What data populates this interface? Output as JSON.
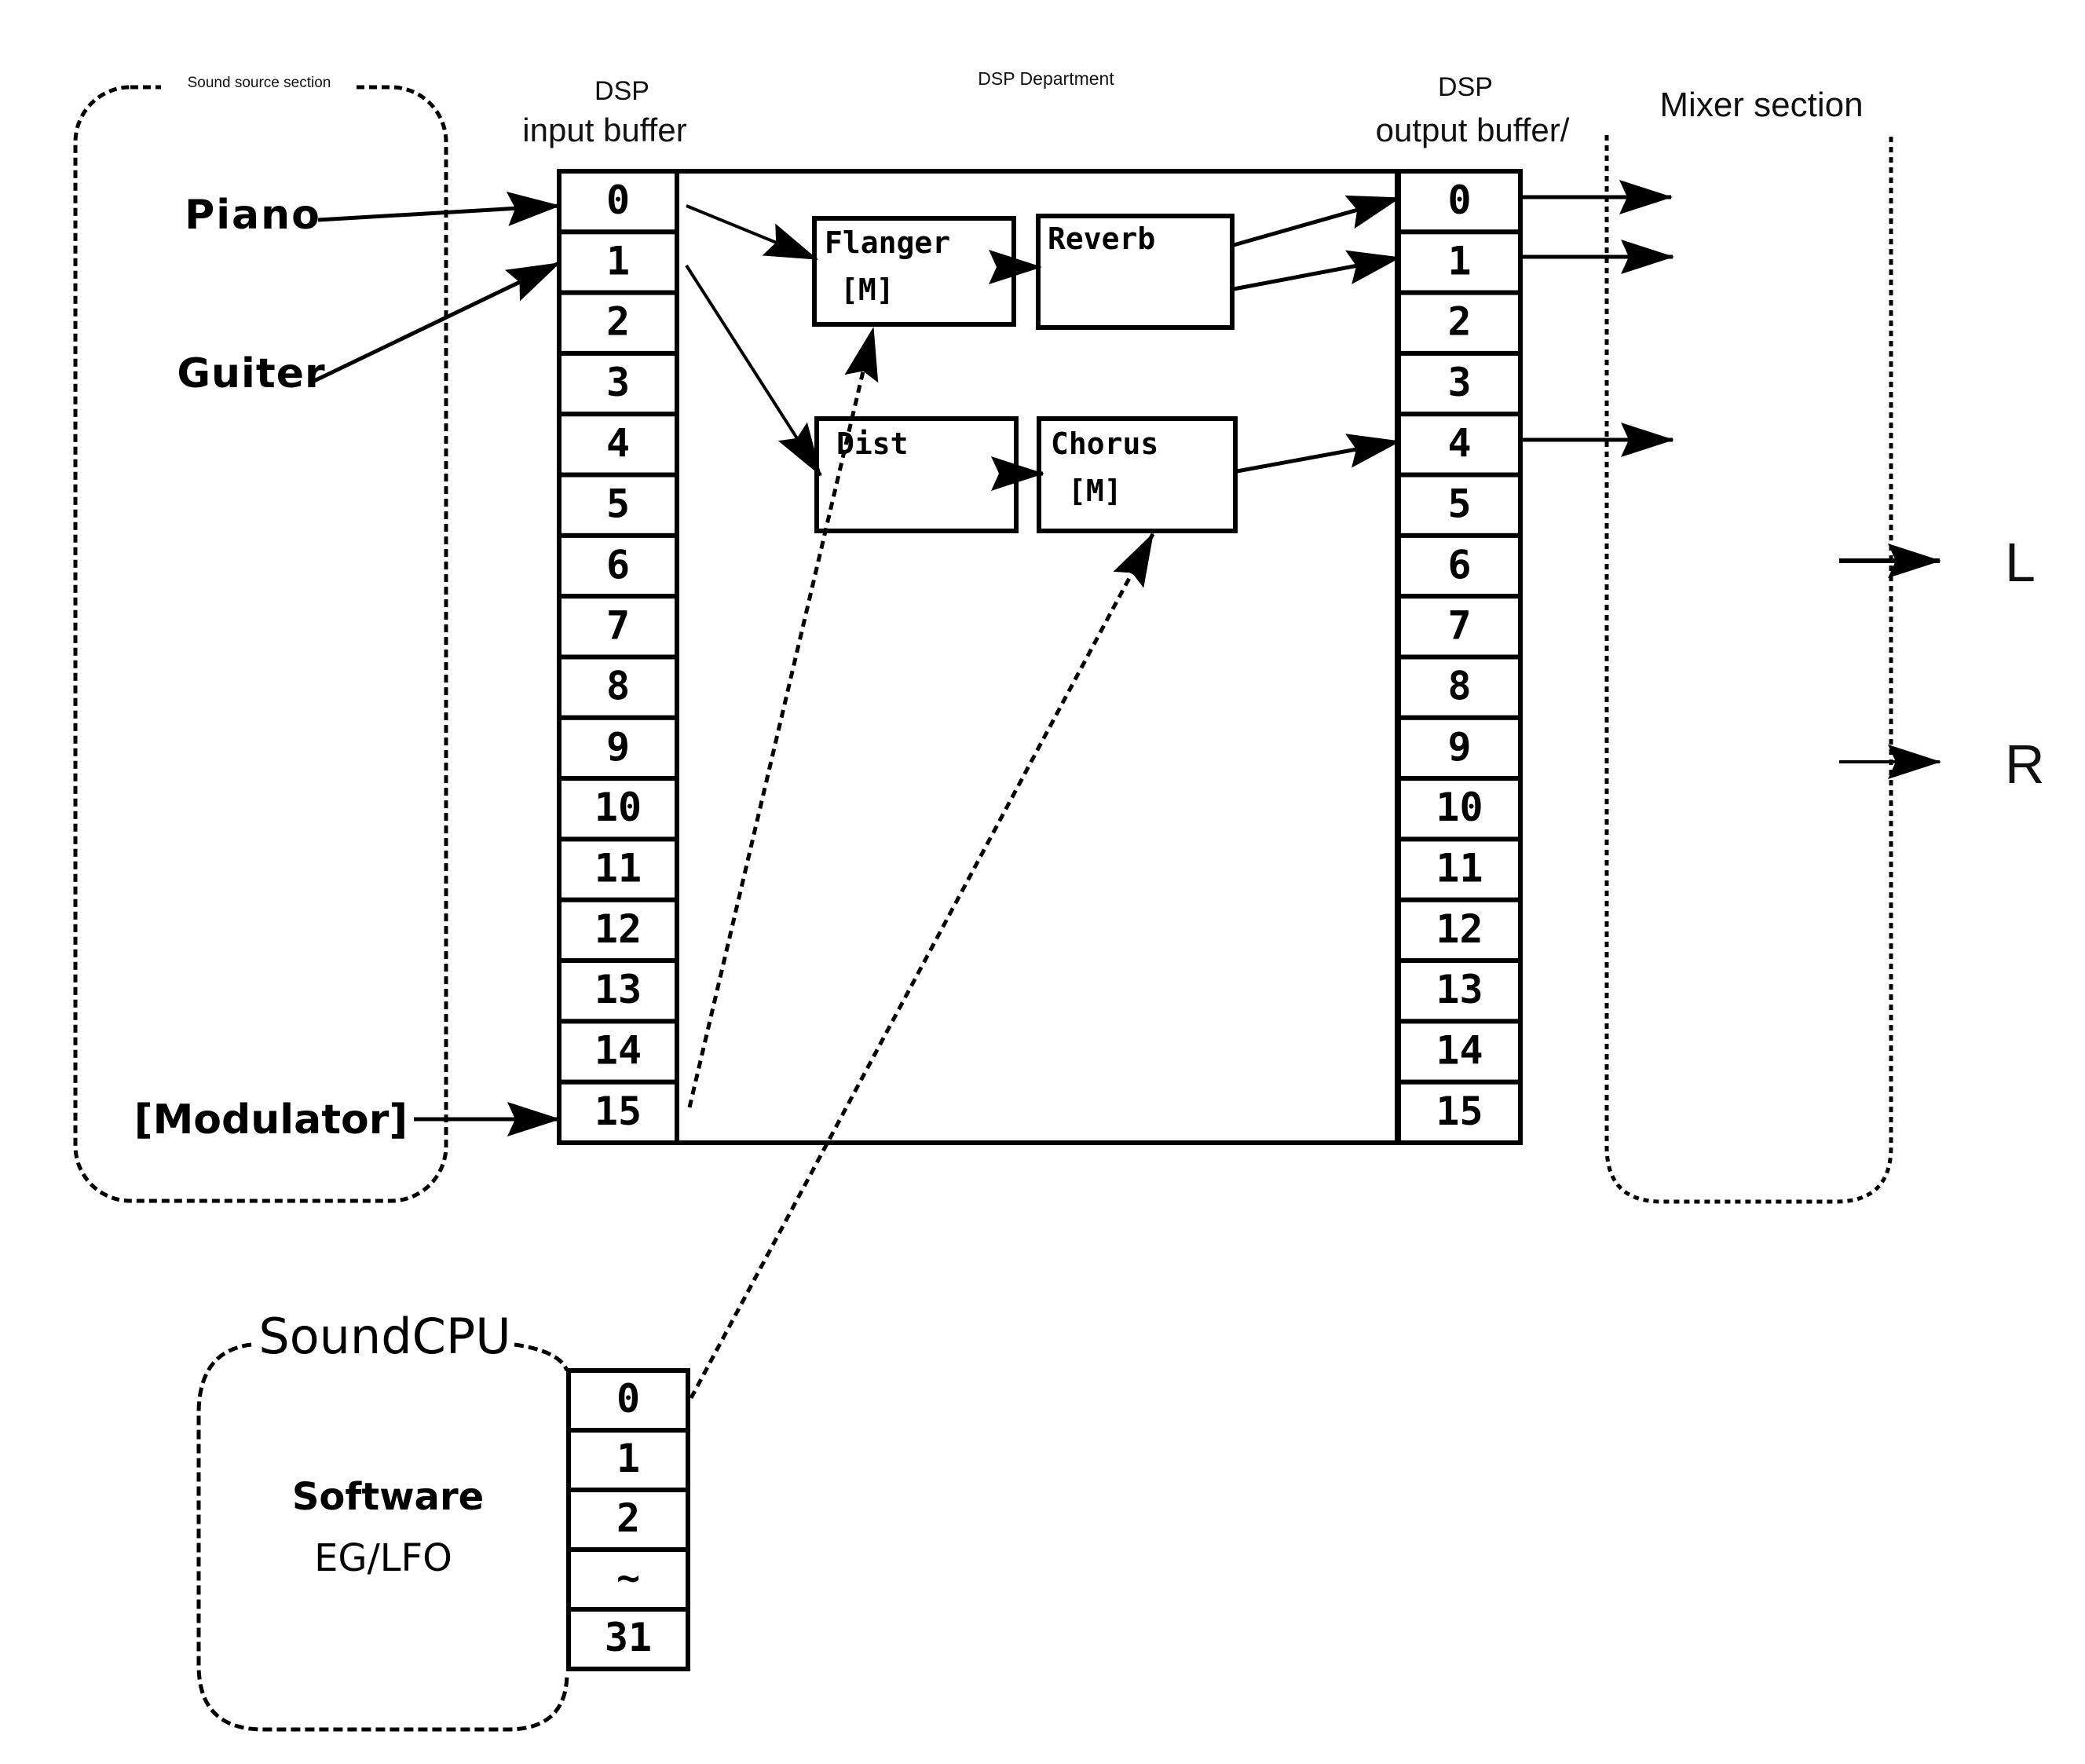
{
  "title": "DSP signal routing diagram",
  "sections": {
    "sound_source": {
      "label": "Sound source section"
    },
    "dsp": {
      "label": "DSP Department"
    },
    "mixer": {
      "label": "Mixer section"
    },
    "sound_cpu": {
      "label": "SoundCPU",
      "content_line1": "Software",
      "content_line2": "EG/LFO"
    }
  },
  "input_buffer": {
    "label_line1": "DSP",
    "label_line2": "input buffer",
    "cells": [
      "0",
      "1",
      "2",
      "3",
      "4",
      "5",
      "6",
      "7",
      "8",
      "9",
      "10",
      "11",
      "12",
      "13",
      "14",
      "15"
    ]
  },
  "output_buffer": {
    "label_line1": "DSP",
    "label_line2": "output buffer/",
    "cells": [
      "0",
      "1",
      "2",
      "3",
      "4",
      "5",
      "6",
      "7",
      "8",
      "9",
      "10",
      "11",
      "12",
      "13",
      "14",
      "15"
    ]
  },
  "cpu_buffer": {
    "cells": [
      "0",
      "1",
      "2",
      "~",
      "31"
    ]
  },
  "sources": [
    {
      "label": "Piano",
      "to_input": 0
    },
    {
      "label": "Guiter",
      "to_input": 1
    },
    {
      "label": "[Modulator]",
      "to_input": 15
    }
  ],
  "processors": [
    {
      "id": "flanger",
      "line1": "Flanger",
      "line2": "[M]"
    },
    {
      "id": "reverb",
      "line1": "Reverb",
      "line2": ""
    },
    {
      "id": "dist",
      "line1": "Dist",
      "line2": ""
    },
    {
      "id": "chorus",
      "line1": "Chorus",
      "line2": "[M]"
    }
  ],
  "connections": [
    {
      "from": "input.0",
      "to": "flanger",
      "style": "solid"
    },
    {
      "from": "input.1",
      "to": "dist",
      "style": "solid"
    },
    {
      "from": "flanger",
      "to": "reverb",
      "style": "solid"
    },
    {
      "from": "dist",
      "to": "chorus",
      "style": "solid"
    },
    {
      "from": "reverb",
      "to": "output.0",
      "style": "solid"
    },
    {
      "from": "reverb",
      "to": "output.1",
      "style": "solid"
    },
    {
      "from": "chorus",
      "to": "output.4",
      "style": "solid"
    },
    {
      "from": "input.15",
      "to": "flanger",
      "style": "dashed"
    },
    {
      "from": "cpu.0",
      "to": "chorus",
      "style": "dashed"
    },
    {
      "from": "output.0",
      "to": "mixer",
      "style": "solid"
    },
    {
      "from": "output.1",
      "to": "mixer",
      "style": "solid"
    },
    {
      "from": "output.4",
      "to": "mixer",
      "style": "solid"
    }
  ],
  "outputs": [
    {
      "label": "L"
    },
    {
      "label": "R"
    }
  ]
}
